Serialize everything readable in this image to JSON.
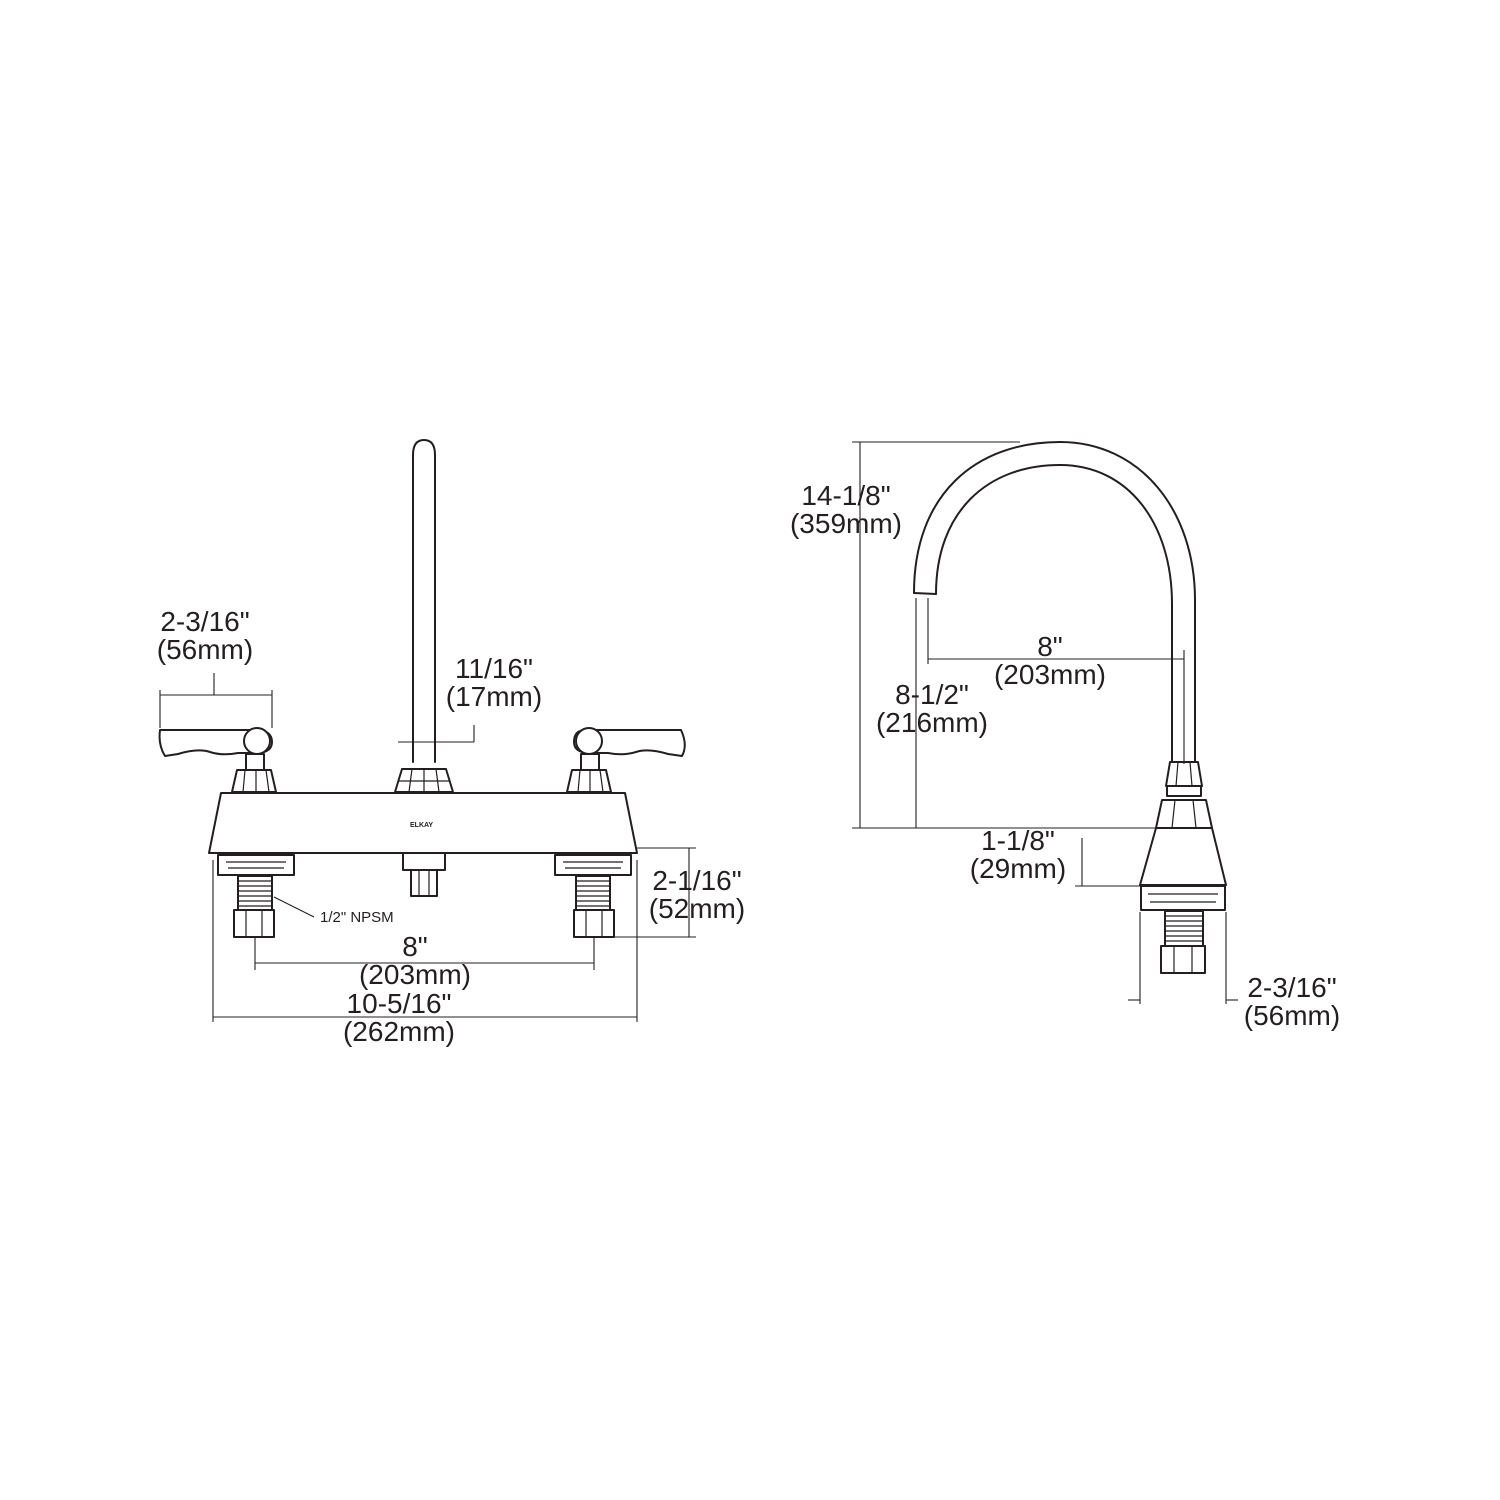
{
  "front_view": {
    "handle_width": {
      "in": "2-3/16\"",
      "mm": "(56mm)"
    },
    "spout_diameter": {
      "in": "11/16\"",
      "mm": "(17mm)"
    },
    "shank_length": {
      "in": "2-1/16\"",
      "mm": "(52mm)"
    },
    "center_spacing": {
      "in": "8\"",
      "mm": "(203mm)"
    },
    "overall_width": {
      "in": "10-5/16\"",
      "mm": "(262mm)"
    },
    "thread_callout": "1/2\" NPSM",
    "brand_logo": "ELKAY"
  },
  "side_view": {
    "overall_height": {
      "in": "14-1/8\"",
      "mm": "(359mm)"
    },
    "spout_clearance": {
      "in": "8-1/2\"",
      "mm": "(216mm)"
    },
    "spout_reach": {
      "in": "8\"",
      "mm": "(203mm)"
    },
    "deck_thickness": {
      "in": "1-1/8\"",
      "mm": "(29mm)"
    },
    "base_depth": {
      "in": "2-3/16\"",
      "mm": "(56mm)"
    }
  }
}
